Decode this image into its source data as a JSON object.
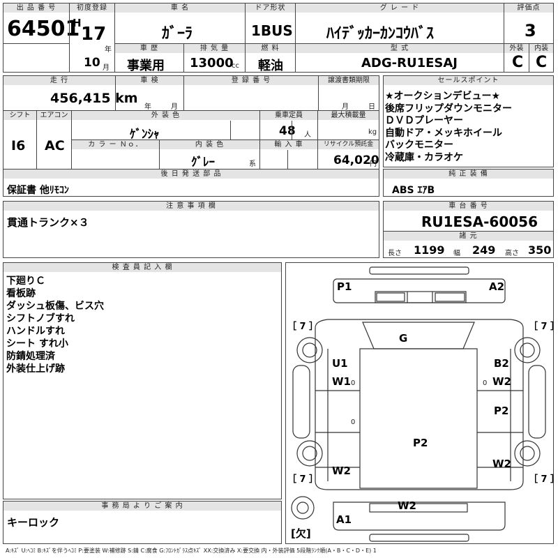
{
  "lot": {
    "label": "出 品 番 号",
    "value": "64501"
  },
  "first_reg": {
    "label": "初度登録",
    "era": "H",
    "year": "17",
    "year_unit": "年",
    "month": "10",
    "month_unit": "月"
  },
  "car_name": {
    "label": "車 名",
    "value": "ｶﾞｰﾗ"
  },
  "door": {
    "label": "ドア形状",
    "value": "1BUS"
  },
  "grade": {
    "label": "グ レ ー ド",
    "value": "ﾊｲﾃﾞｯｶｰｶﾝｺｳﾊﾞｽ"
  },
  "score": {
    "label": "評価点",
    "value": "3",
    "ext_label": "外装",
    "int_label": "内装",
    "ext": "C",
    "int": "C"
  },
  "history": {
    "label": "車 歴",
    "value": "事業用"
  },
  "displacement": {
    "label": "排 気 量",
    "value": "13000",
    "unit": "cc"
  },
  "fuel": {
    "label": "燃 料",
    "value": "軽油"
  },
  "model": {
    "label": "型 式",
    "value": "ADG-RU1ESAJ"
  },
  "mileage": {
    "label": "走 行",
    "value": "456,415 km"
  },
  "inspection": {
    "label": "車 検",
    "year_unit": "年",
    "month_unit": "月"
  },
  "reg_no": {
    "label": "登 録 番 号"
  },
  "transfer": {
    "label": "譲渡書類期限",
    "month_unit": "月",
    "day_unit": "日"
  },
  "shift": {
    "label": "シフト",
    "value": "I6"
  },
  "aircon": {
    "label": "エアコン",
    "value": "AC"
  },
  "ext_color": {
    "label": "外 装 色",
    "value": "ｹﾞﾝｼｬ"
  },
  "capacity": {
    "label": "乗車定員",
    "value": "48",
    "unit": "人"
  },
  "load": {
    "label": "最大積載量",
    "unit": "kg"
  },
  "color_no": {
    "label": "カ ラ ー Ｎｏ．"
  },
  "int_color": {
    "label": "内 装 色",
    "value": "ｸﾞﾚｰ",
    "unit": "系"
  },
  "import": {
    "label": "輸 入 車"
  },
  "recycle": {
    "label": "リサイクル預託金",
    "value": "64,020",
    "unit": "円"
  },
  "later": {
    "label": "後 日 発 送 部 品",
    "value": "保証書 他ﾘﾓｺﾝ"
  },
  "sales": {
    "label": "セールスポイント",
    "items": [
      "★オークションデビュー★",
      "後席フリップダウンモニター",
      "ＤＶＤプレーヤー",
      "自動ドア・メッキホイール",
      "バックモニター",
      "冷蔵庫・カラオケ"
    ]
  },
  "equip": {
    "label": "純 正 装 備",
    "value": "ABS ｴｱB"
  },
  "notes": {
    "label": "注 意 事 項 欄",
    "value": "貫通トランク×３"
  },
  "chassis": {
    "label": "車 台 番 号",
    "value": "RU1ESA-60056"
  },
  "dims": {
    "label": "諸 元",
    "l_label": "長さ",
    "l": "1199",
    "w_label": "幅",
    "w": "249",
    "h_label": "高さ",
    "h": "350"
  },
  "inspector": {
    "label": "検 査 員 記 入 欄",
    "items": [
      "下廻りＣ",
      "看板跡",
      "ダッシュ板傷、ビス穴",
      "シフトノブすれ",
      "ハンドルすれ",
      "シート すれ小",
      "防錆処理済",
      "外装仕上げ跡"
    ]
  },
  "office": {
    "label": "事 務 局 よ り ご 案 内",
    "value": "キーロック"
  },
  "diagram": {
    "tl": "［ 7 ］",
    "tr": "［ 7 ］",
    "bl": "［ 7 ］",
    "br": "［ 7 ］",
    "p1": "P1",
    "a2": "A2",
    "g": "G",
    "u1": "U1",
    "b2": "B2",
    "w1": "W1",
    "w2r": "W2",
    "p2r": "P2",
    "p2c": "P2",
    "w2bl": "W2",
    "w2br": "W2",
    "w2b": "W2",
    "a1": "A1",
    "zero1": "0",
    "zero2": "0",
    "zero3": "0",
    "missing": "欠"
  },
  "legend": "A:ｷｽﾞ U:ﾍｺﾐ B:ｷｽﾞを伴うﾍｺﾐ P:要塗装 W:補修跡 S:錆 C:腐食 G:ﾌﾛﾝﾄｶﾞﾗｽ点ｷｽﾞ XX:交換済み X:要交換 内・外装評価 5段階ﾗﾝｸ順(A・B・C・D・E) 1"
}
